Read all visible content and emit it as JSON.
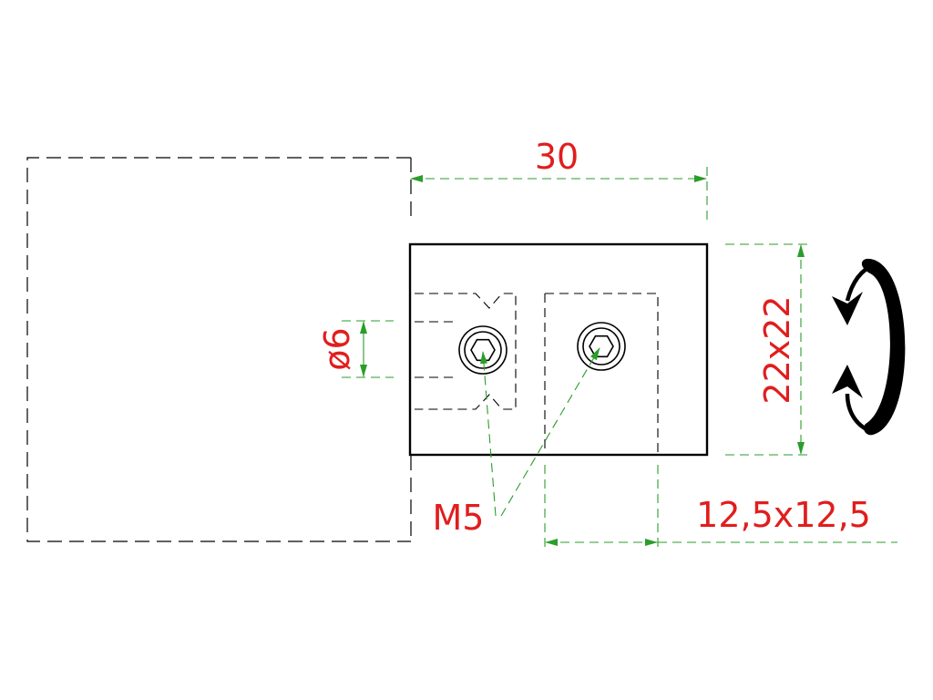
{
  "colors": {
    "outline": "#000000",
    "dimension_line": "#2a9d2a",
    "dimension_text": "#e11d1d",
    "background": "#ffffff"
  },
  "labels": {
    "width": "30",
    "height": "22x22",
    "bore_diameter": "ø6",
    "screw": "M5",
    "square_tube": "12,5x12,5"
  },
  "icons": {
    "rotation": "rotate-arrows-icon",
    "socket_screw": "hex-socket-screw-icon"
  }
}
